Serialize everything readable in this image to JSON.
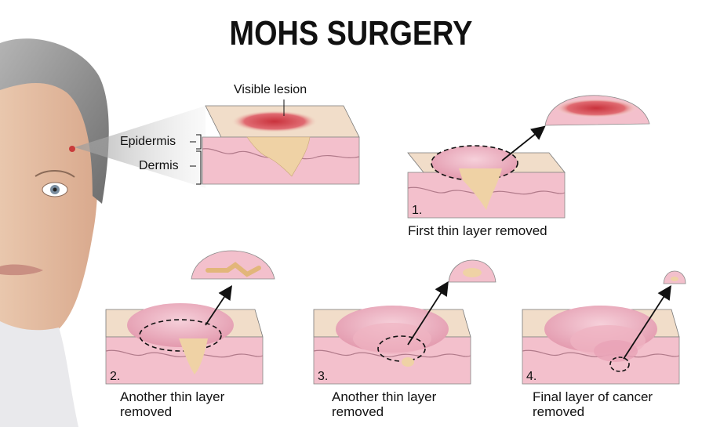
{
  "title": "MOHS SURGERY",
  "labels": {
    "visible_lesion": "Visible lesion",
    "epidermis": "Epidermis",
    "dermis": "Dermis"
  },
  "steps": [
    {
      "number": "1.",
      "caption": "First thin layer removed"
    },
    {
      "number": "2.",
      "caption_line1": "Another thin layer",
      "caption_line2": "removed"
    },
    {
      "number": "3.",
      "caption_line1": "Another thin layer",
      "caption_line2": "removed"
    },
    {
      "number": "4.",
      "caption_line1": "Final layer of cancer",
      "caption_line2": "removed"
    }
  ],
  "colors": {
    "skin_top": "#f1ddc9",
    "epidermis": "#f7c9d3",
    "dermis": "#f3b8c6",
    "tumor": "#efd2a5",
    "lesion_red": "#d8474f",
    "outline": "#555555"
  }
}
